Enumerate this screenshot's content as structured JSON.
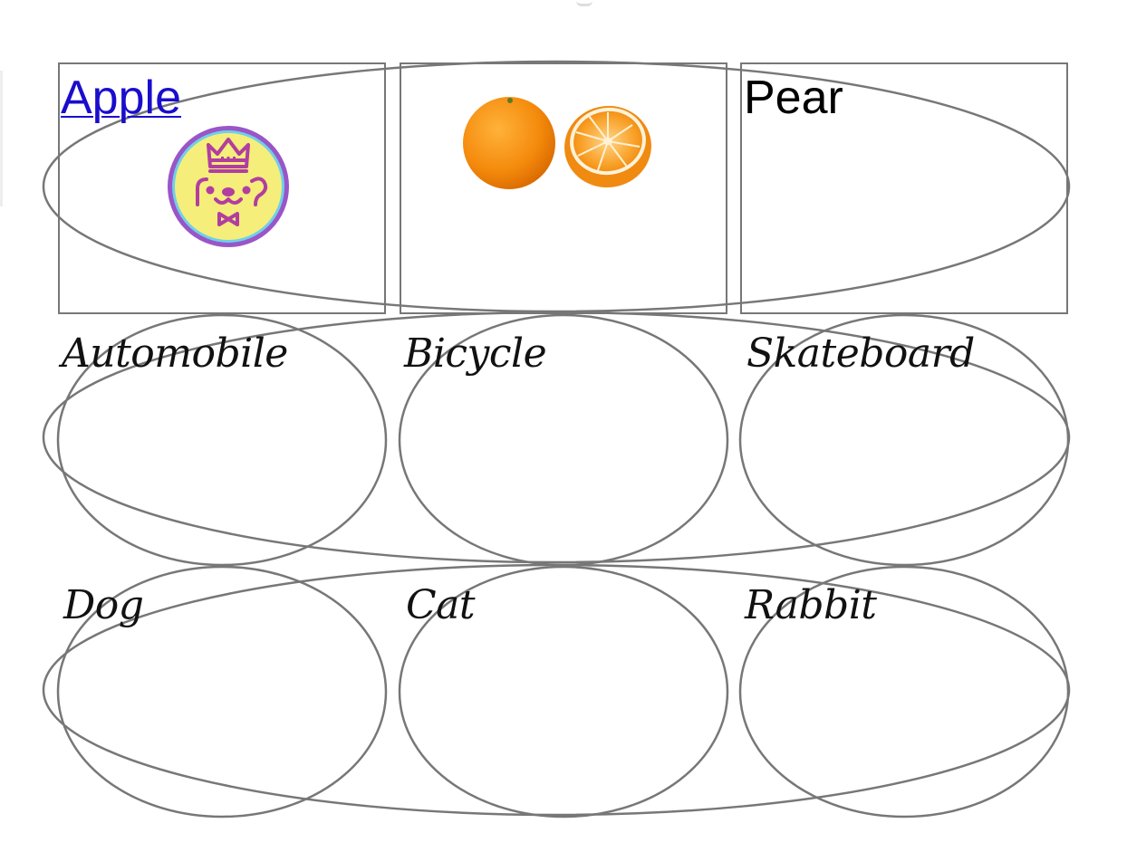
{
  "grid": {
    "row1": {
      "apple_label": "Apple",
      "pear_label": "Pear"
    },
    "row2": [
      "Automobile",
      "Bicycle",
      "Skateboard"
    ],
    "row3": [
      "Dog",
      "Cat",
      "Rabbit"
    ]
  },
  "colors": {
    "link": "#1a0dcc",
    "outline": "#777777",
    "badge_fill": "#f5ee7a",
    "badge_ring": "#9a55c8",
    "badge_inner_ring": "#6fd0e8",
    "badge_symbol": "#b13ea0",
    "orange": "#f48a0c"
  },
  "icons": {
    "apple_cell": "crowned-face-badge-icon",
    "middle_cell": "oranges-image"
  }
}
